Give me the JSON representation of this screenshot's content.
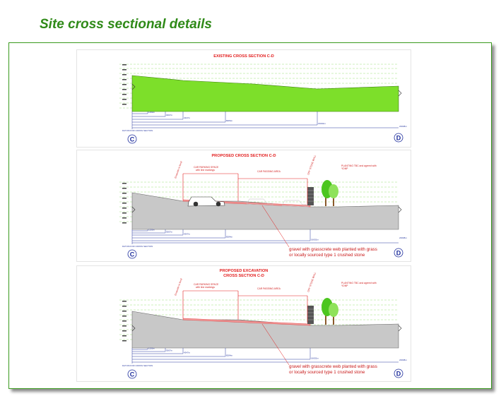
{
  "page": {
    "title": "Site cross sectional details"
  },
  "colors": {
    "title": "#2f8a18",
    "frame_border": "#3a9a1e",
    "section_title": "#e21b1b",
    "ground_existing": "#7ddf2a",
    "ground_proposed": "#c8c8c8",
    "dimension": "#2a3aa0"
  },
  "sections": [
    {
      "title_lines": [
        "EXISTING CROSS SECTION C-D"
      ],
      "datum_label": "DATUM FOR CROSS SECTION",
      "start_marker": "C",
      "end_marker": "D",
      "dimensions": [
        "1150m",
        "3007m",
        "4347m",
        "8284m",
        "16002m",
        "23608m"
      ]
    },
    {
      "title_lines": [
        "PROPOSED CROSS SECTION C-D"
      ],
      "datum_label": "DATUM FOR CROSS SECTION",
      "start_marker": "C",
      "end_marker": "D",
      "dimensions": [
        "1150m",
        "3007m",
        "4347m",
        "8284m",
        "16002m",
        "23608m"
      ],
      "labels": {
        "car_parking": [
          "CAR PARKING SPACE",
          "with line markings"
        ],
        "car_passing": "CAR PASSING AREA",
        "stone_wall": "DRY STONE WALL",
        "planting": [
          "PLANTING TBC and agreed with",
          "YDNP"
        ],
        "excavate": "Excavate to level"
      },
      "note": [
        "gravel with grasscrete web planted with grass",
        "or locally sourced type 1 crushed stone"
      ]
    },
    {
      "title_lines": [
        "PROPOSED EXCAVATION",
        "CROSS SECTION C-D"
      ],
      "datum_label": "DATUM FOR CROSS SECTION",
      "start_marker": "C",
      "end_marker": "D",
      "dimensions": [
        "1150m",
        "3007m",
        "4347m",
        "8284m",
        "16002m",
        "23608m"
      ],
      "labels": {
        "car_parking": [
          "CAR PARKING SPACE",
          "with line markings"
        ],
        "car_passing": "CAR PASSING AREA",
        "stone_wall": "DRY STONE WALL",
        "planting": [
          "PLANTING TBC and agreed with",
          "YDNP"
        ],
        "excavate": "Excavate to level"
      },
      "note": [
        "gravel with grasscrete web planted with grass",
        "or locally sourced type 1 crushed stone"
      ]
    }
  ]
}
